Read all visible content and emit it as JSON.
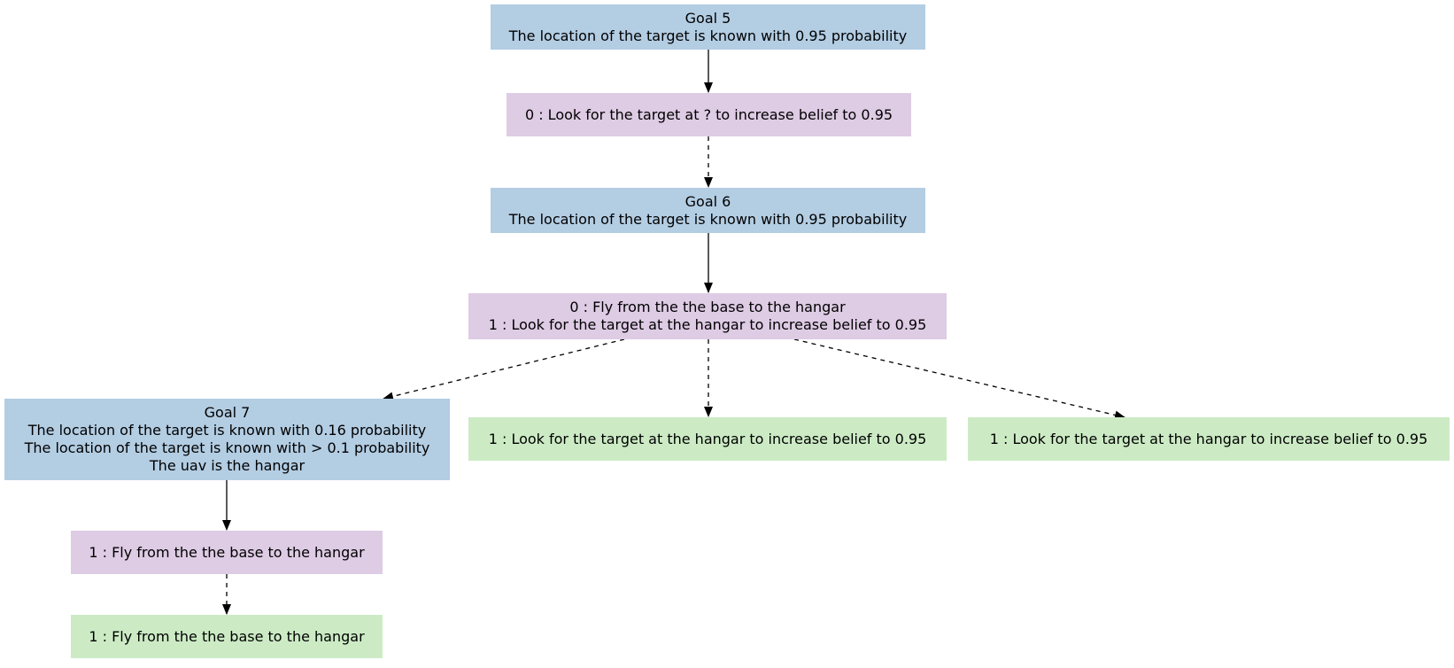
{
  "colors": {
    "goal": "#b3cde3",
    "plan": "#decbe4",
    "action": "#ccebc5",
    "edge": "#000000"
  },
  "nodes": {
    "goal5": {
      "lines": [
        "Goal 5",
        "The location of the target is known with 0.95 probability"
      ]
    },
    "plan0": {
      "lines": [
        "0 : Look for the target at ? to increase belief to 0.95"
      ]
    },
    "goal6": {
      "lines": [
        "Goal 6",
        "The location of the target is known with 0.95 probability"
      ]
    },
    "plan1": {
      "lines": [
        "0 : Fly from the the base to the hangar",
        "1 : Look for the target at the hangar to increase belief to 0.95"
      ]
    },
    "goal7": {
      "lines": [
        "Goal 7",
        "The location of the target is known with 0.16 probability",
        "The location of the target is known with > 0.1 probability",
        "The uav is the hangar"
      ]
    },
    "act1": {
      "lines": [
        "1 : Look for the target at the hangar to increase belief to 0.95"
      ]
    },
    "act2": {
      "lines": [
        "1 : Look for the target at the hangar to increase belief to 0.95"
      ]
    },
    "plan2": {
      "lines": [
        "1 : Fly from the the base to the hangar"
      ]
    },
    "act3": {
      "lines": [
        "1 : Fly from the the base to the hangar"
      ]
    }
  },
  "edges": [
    {
      "from": "goal5",
      "to": "plan0",
      "style": "solid"
    },
    {
      "from": "plan0",
      "to": "goal6",
      "style": "dashed"
    },
    {
      "from": "goal6",
      "to": "plan1",
      "style": "solid"
    },
    {
      "from": "plan1",
      "to": "goal7",
      "style": "dashed"
    },
    {
      "from": "plan1",
      "to": "act1",
      "style": "dashed"
    },
    {
      "from": "plan1",
      "to": "act2",
      "style": "dashed"
    },
    {
      "from": "goal7",
      "to": "plan2",
      "style": "solid"
    },
    {
      "from": "plan2",
      "to": "act3",
      "style": "dashed"
    }
  ]
}
